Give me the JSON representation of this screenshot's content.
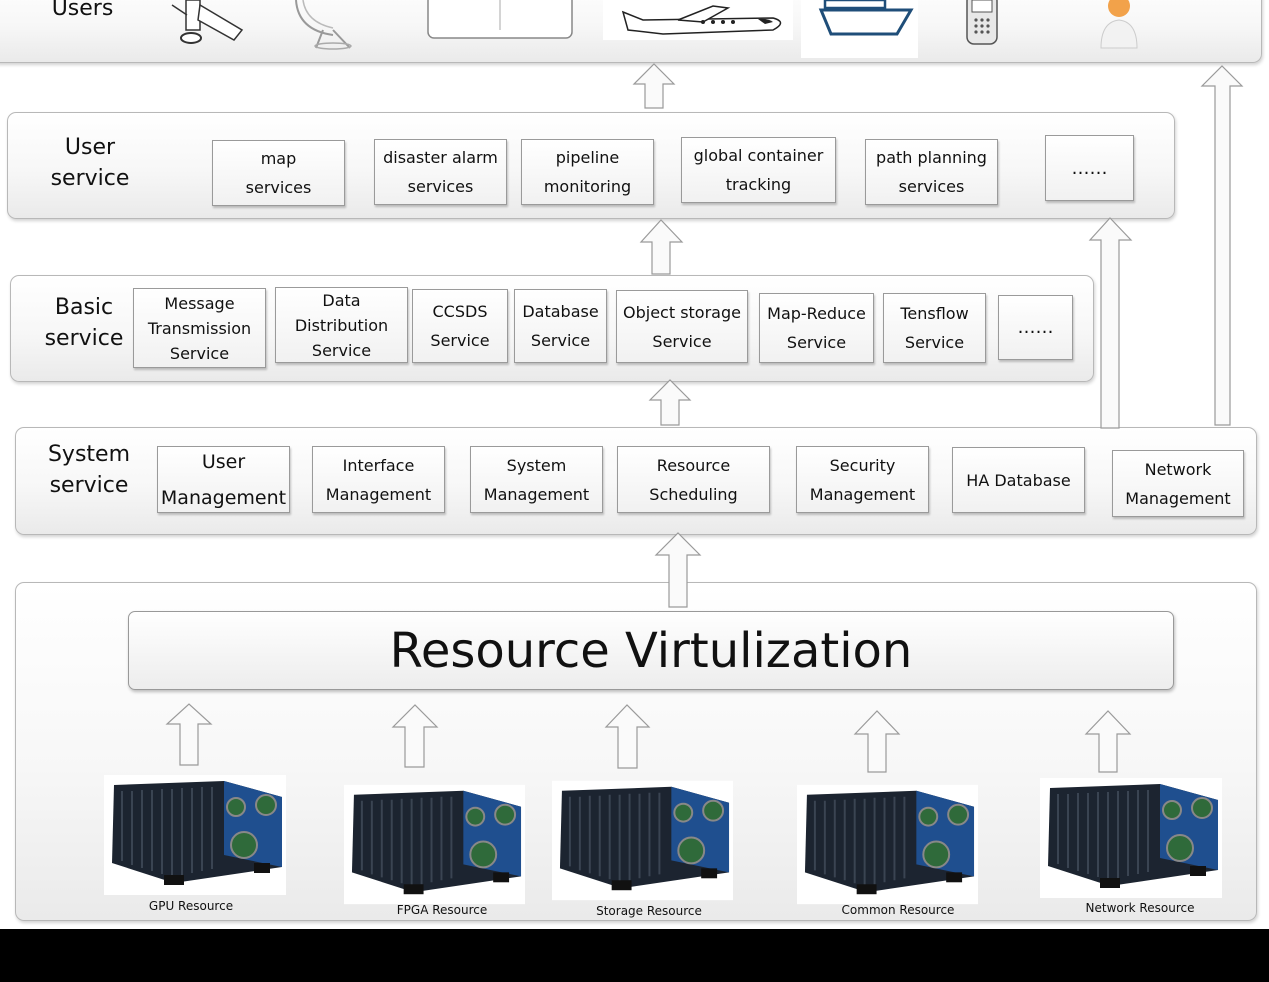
{
  "layers": {
    "users": {
      "label": "Users"
    },
    "user_service": {
      "label": "User\nservice",
      "items": [
        "map\nservices",
        "disaster alarm\nservices",
        "pipeline\nmonitoring",
        "global container\ntracking",
        "path planning\nservices",
        "……"
      ]
    },
    "basic_service": {
      "label": "Basic\nservice",
      "items": [
        "Message\nTransmission\nService",
        "Data\nDistribution\nService",
        "CCSDS\nService",
        "Database\nService",
        "Object storage\nService",
        "Map-Reduce\nService",
        "Tensflow\nService",
        "……"
      ]
    },
    "system_service": {
      "label": "System\nservice",
      "items": [
        "User\nManagement",
        "Interface\nManagement",
        "System\nManagement",
        "Resource\nScheduling",
        "Security\nManagement",
        "HA Database",
        "Network\nManagement"
      ]
    },
    "resource": {
      "title": "Resource Virtulization",
      "items": [
        "GPU Resource",
        "FPGA Resource",
        "Storage Resource",
        "Common Resource",
        "Network Resource"
      ]
    }
  },
  "user_icons": [
    "satellite-icon",
    "satellite-dish-icon",
    "laptop-icon",
    "airplane-icon",
    "ship-icon",
    "mobile-phone-icon",
    "person-icon"
  ],
  "colors": {
    "ship": "#1f4e79",
    "hardware_body": "#1c2430",
    "hardware_blue": "#1f4f8f",
    "person": "#f2a24a"
  }
}
